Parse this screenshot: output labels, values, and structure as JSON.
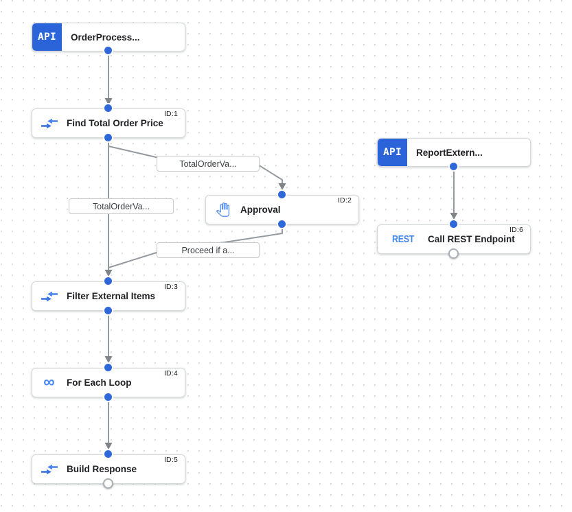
{
  "canvas": {
    "background": "#ffffff",
    "dot_color": "#d9d9d9"
  },
  "colors": {
    "api_badge_blue": "#2b63d9",
    "port_blue": "#2e68d9",
    "icon_blue": "#4285f4",
    "edge_gray": "#959aa0",
    "node_border": "#d6d9dc"
  },
  "icons": {
    "for_each_glyph": "∞"
  },
  "nodes": [
    {
      "name": "order-process-trigger",
      "badge": "API",
      "title": "OrderProcess...",
      "id_label": ""
    },
    {
      "name": "find-total-order-price",
      "title": "Find Total Order Price",
      "id_label": "ID:1"
    },
    {
      "name": "approval",
      "title": "Approval",
      "id_label": "ID:2"
    },
    {
      "name": "filter-external-items",
      "title": "Filter External Items",
      "id_label": "ID:3"
    },
    {
      "name": "for-each-loop",
      "title": "For Each Loop",
      "id_label": "ID:4"
    },
    {
      "name": "build-response",
      "title": "Build Response",
      "id_label": "ID:5"
    },
    {
      "name": "report-extern-trigger",
      "badge": "API",
      "title": "ReportExtern...",
      "id_label": ""
    },
    {
      "name": "call-rest-endpoint",
      "icon_text": "REST",
      "title": "Call REST Endpoint",
      "id_label": "ID:6"
    }
  ],
  "edge_labels": [
    {
      "text": "TotalOrderVa..."
    },
    {
      "text": "TotalOrderVa..."
    },
    {
      "text": "Proceed if a..."
    }
  ]
}
